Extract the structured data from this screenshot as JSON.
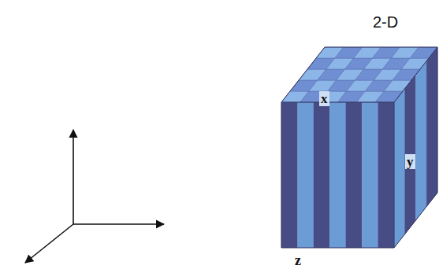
{
  "diagram": {
    "labels": [
      "2-D",
      "x",
      "y",
      "z"
    ]
  }
}
